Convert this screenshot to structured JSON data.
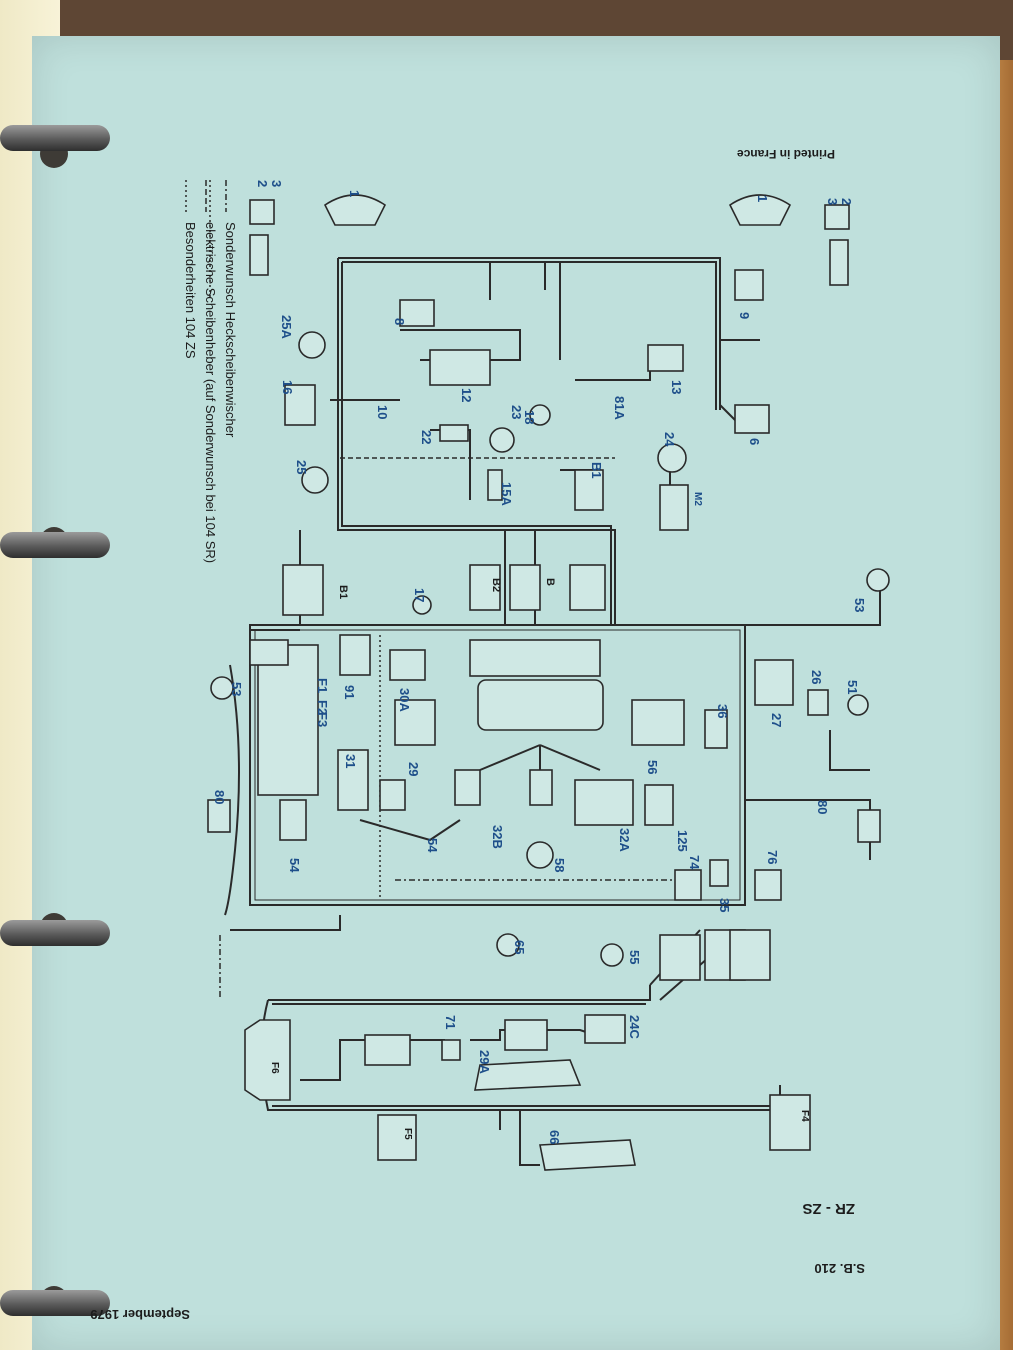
{
  "header": {
    "printed": "Printed in France",
    "code": "ZR - ZS",
    "sheet": "S.B. 210",
    "date": "September 1979"
  },
  "legend": [
    {
      "style": "dotted",
      "text": "Sonderwunsch Heckscheibenwischer"
    },
    {
      "style": "dashed",
      "text": "elektrische Scheibenheber (auf Sonderwunsch bei 104 SR)"
    },
    {
      "style": "dashdot",
      "text": "Besonderheiten 104 ZS"
    }
  ],
  "components": [
    {
      "id": "c1a",
      "label": "1"
    },
    {
      "id": "c2a",
      "label": "2"
    },
    {
      "id": "c3a",
      "label": "3"
    },
    {
      "id": "c1b",
      "label": "1"
    },
    {
      "id": "c2b",
      "label": "2"
    },
    {
      "id": "c3b",
      "label": "3"
    },
    {
      "id": "c8",
      "label": "8"
    },
    {
      "id": "c9",
      "label": "9"
    },
    {
      "id": "c6",
      "label": "6"
    },
    {
      "id": "c12",
      "label": "12"
    },
    {
      "id": "c13",
      "label": "13"
    },
    {
      "id": "c10",
      "label": "10"
    },
    {
      "id": "c16",
      "label": "16"
    },
    {
      "id": "c25A",
      "label": "25A"
    },
    {
      "id": "c25",
      "label": "25"
    },
    {
      "id": "c22",
      "label": "22"
    },
    {
      "id": "c23",
      "label": "23"
    },
    {
      "id": "c18",
      "label": "18"
    },
    {
      "id": "c81A",
      "label": "81A"
    },
    {
      "id": "c15A",
      "label": "15A"
    },
    {
      "id": "cB1a",
      "label": "B1"
    },
    {
      "id": "c24",
      "label": "24"
    },
    {
      "id": "cM2",
      "label": "M2"
    },
    {
      "id": "cB1b",
      "label": "B1"
    },
    {
      "id": "cB2",
      "label": "B2"
    },
    {
      "id": "cB",
      "label": "B"
    },
    {
      "id": "c17",
      "label": "17"
    },
    {
      "id": "c53a",
      "label": "53"
    },
    {
      "id": "c53b",
      "label": "53"
    },
    {
      "id": "c26",
      "label": "26"
    },
    {
      "id": "c51",
      "label": "51"
    },
    {
      "id": "c27",
      "label": "27"
    },
    {
      "id": "c91",
      "label": "91"
    },
    {
      "id": "c30A",
      "label": "30A"
    },
    {
      "id": "c36",
      "label": "36"
    },
    {
      "id": "c56",
      "label": "56"
    },
    {
      "id": "c31",
      "label": "31"
    },
    {
      "id": "c29",
      "label": "29"
    },
    {
      "id": "c80a",
      "label": "80"
    },
    {
      "id": "c80b",
      "label": "80"
    },
    {
      "id": "c125",
      "label": "125"
    },
    {
      "id": "c74",
      "label": "74"
    },
    {
      "id": "c76",
      "label": "76"
    },
    {
      "id": "c35",
      "label": "35"
    },
    {
      "id": "c32B",
      "label": "32B"
    },
    {
      "id": "c58",
      "label": "58"
    },
    {
      "id": "c32A",
      "label": "32A"
    },
    {
      "id": "c54a",
      "label": "54"
    },
    {
      "id": "c54b",
      "label": "54"
    },
    {
      "id": "c65",
      "label": "65"
    },
    {
      "id": "c55",
      "label": "55"
    },
    {
      "id": "cF1",
      "label": "F1"
    },
    {
      "id": "cF2",
      "label": "F2"
    },
    {
      "id": "cF3",
      "label": "F3"
    },
    {
      "id": "cF6",
      "label": "F6"
    },
    {
      "id": "cF4",
      "label": "F4"
    },
    {
      "id": "cF5",
      "label": "F5"
    },
    {
      "id": "c71",
      "label": "71"
    },
    {
      "id": "c24C",
      "label": "24C"
    },
    {
      "id": "c29A",
      "label": "29A"
    },
    {
      "id": "c66",
      "label": "66"
    }
  ],
  "colors": {
    "sheet": "#bfe0dc",
    "line": "#2a2a2a",
    "label": "#1e4f8a"
  }
}
